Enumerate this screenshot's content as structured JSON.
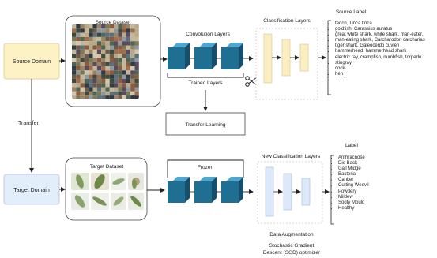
{
  "domains": {
    "source": "Source Domain",
    "target": "Target Domain",
    "transfer": "Transfer",
    "colors": {
      "source_fill": "#fdf2c6",
      "target_fill": "#e3eefb"
    }
  },
  "datasets": {
    "source_title": "Source Dataset",
    "target_title": "Target Dataset"
  },
  "top_pipeline": {
    "convolution_label": "Convolution Layers",
    "classification_label": "Classification Layers",
    "trained_layers_label": "Trained Layers",
    "transfer_learning_label": "Transfer Learning",
    "cut_icon": "scissors-icon"
  },
  "bottom_pipeline": {
    "frozen_label": "Frozen",
    "new_classification_label": "New Classification Layers",
    "data_augmentation_label": "Data Augmentation",
    "optimizer_label_line1": "Stochastic Gradient",
    "optimizer_label_line2": "Descent (SGD) optimizer"
  },
  "source_labels": {
    "title": "Source Label",
    "items": [
      "tench, Tinca tinca",
      "goldfish, Carassius auratus",
      "great white shark, white shark, man-eater,",
      "man-eating shark, Carcharodon carcharias",
      "tiger shark, Galeocerdo cuvieri",
      "hammerhead, hammerhead shark",
      "electric ray, crampfish, numbfish, torpedo",
      "stingray",
      "cock",
      "hen",
      "........"
    ]
  },
  "target_labels": {
    "title": "Label",
    "items": [
      "Anthracnose",
      "Die Back",
      "Gall Midge",
      "Bacterial",
      "Canker",
      "Cutting Weevil",
      "Powdery",
      "Mildew",
      "Sooty Mould",
      "Healthy"
    ]
  },
  "colors": {
    "cube_front": "#1f6f93",
    "cube_top": "#4fa7cf",
    "cube_side": "#164f6b",
    "source_bars": "#fbeec0",
    "target_bars": "#dde9fb",
    "arrow": "#222222"
  }
}
